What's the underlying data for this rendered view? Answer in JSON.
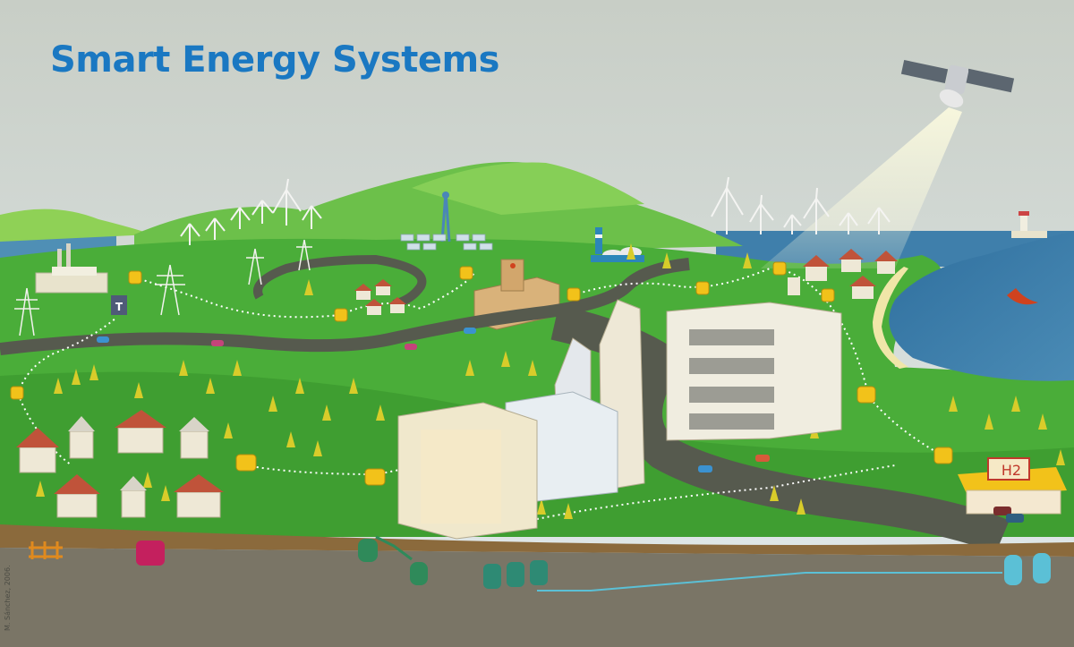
{
  "title": "Smart Energy Systems",
  "credit": "M. Sánchez, 2006.",
  "hydrogen_station_sign": "H2",
  "transformer_label": "T",
  "colors": {
    "title": "#1a78c2",
    "sky_top": "#c9cfc8",
    "sky_bottom": "#dfe8ea",
    "grass": "#48ac3a",
    "grass_light": "#7ccd46",
    "hills": "#5db845",
    "soil": "#8b6a3c",
    "underground": "#7a7566",
    "sea": "#3b7aa8",
    "road": "#565a4e",
    "meter_icon": "#f2c21a"
  },
  "icons": [
    "satellite-icon",
    "wind-turbine-icon",
    "smart-meter-icon",
    "power-pylon-icon",
    "tree-icon",
    "house-icon",
    "car-icon",
    "lighthouse-icon",
    "storage-tank-icon"
  ]
}
